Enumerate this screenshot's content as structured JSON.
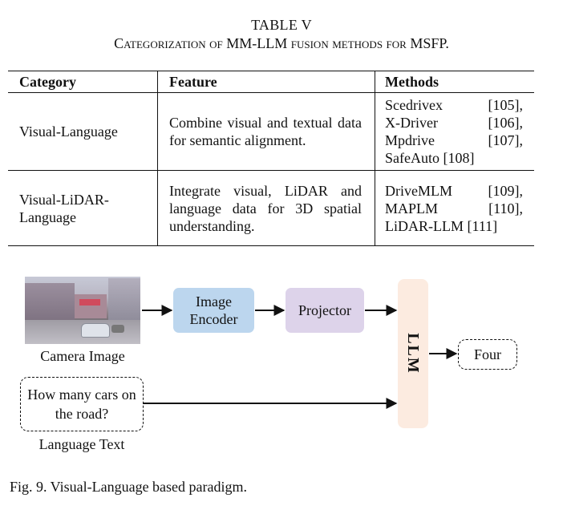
{
  "table": {
    "label": "TABLE V",
    "caption": "Categorization of MM-LLM fusion methods for MSFP.",
    "headers": [
      "Category",
      "Feature",
      "Methods"
    ],
    "rows": [
      {
        "category": "Visual-Language",
        "feature": "Combine visual and textual data for semantic alignment.",
        "methods": [
          {
            "name": "Scedrivex",
            "ref": "[105],"
          },
          {
            "name": "X-Driver",
            "ref": "[106],"
          },
          {
            "name": "Mpdrive",
            "ref": "[107],"
          },
          {
            "name": "SafeAuto [108]",
            "ref": ""
          }
        ]
      },
      {
        "category": "Visual-LiDAR-Language",
        "feature": "Integrate visual, LiDAR and language data for 3D spatial understanding.",
        "methods_text": "DriveMLM [109], MAPLM [110], LiDAR-LLM [111]"
      }
    ]
  },
  "figure": {
    "camera_label": "Camera Image",
    "image_encoder_label": "Image Encoder",
    "projector_label": "Projector",
    "llm_label": "LLM",
    "question_text": "How many cars on the road?",
    "language_label": "Language Text",
    "answer_text": "Four",
    "box_colors": {
      "image_encoder": "#bcd6ee",
      "projector": "#ddd3ea",
      "llm": "#fcebe0"
    }
  },
  "figure_caption": "Fig. 9.  Visual-Language based paradigm."
}
